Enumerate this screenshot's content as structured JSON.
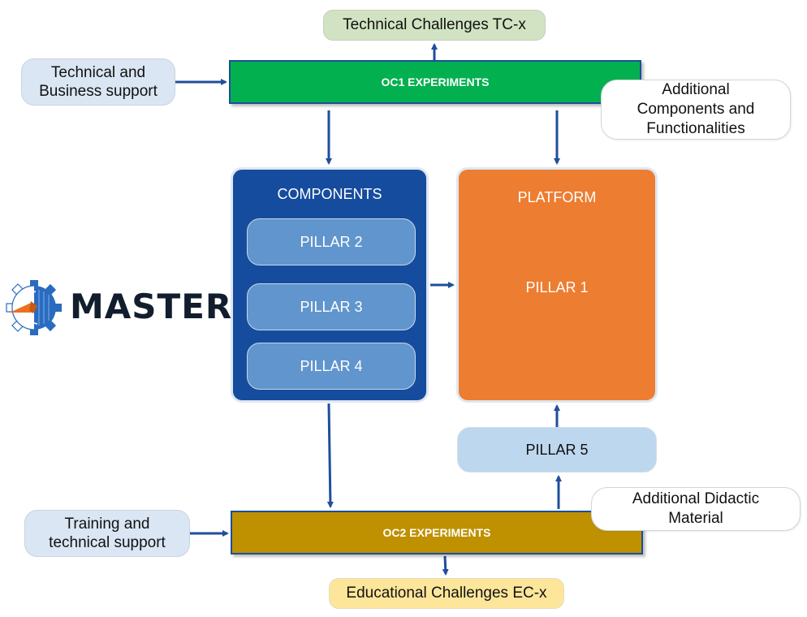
{
  "logo": {
    "text": "MASTER",
    "icon": "gear-with-head-icon"
  },
  "outputs": {
    "technical_challenges": "Technical Challenges TC-x",
    "educational_challenges": "Educational Challenges EC-x"
  },
  "experiments": {
    "oc1": "OC1 EXPERIMENTS",
    "oc2": "OC2 EXPERIMENTS"
  },
  "inputs": {
    "technical_business_support": [
      "Technical and",
      "Business support"
    ],
    "training_technical_support": [
      "Training and",
      "technical support"
    ],
    "additional_components": [
      "Additional",
      "Components and",
      "Functionalities"
    ],
    "additional_didactic": [
      "Additional Didactic",
      "Material"
    ]
  },
  "components": {
    "title": "COMPONENTS",
    "pillars": [
      "PILLAR 2",
      "PILLAR 3",
      "PILLAR 4"
    ]
  },
  "platform": {
    "title": "PLATFORM",
    "pillar": "PILLAR 1"
  },
  "pillar5": "PILLAR 5",
  "colors": {
    "arrow": "#1f4e9c",
    "oc1": "#03b050",
    "oc2": "#bf9000",
    "components": "#164c9e",
    "platform": "#ed7d31",
    "pillar5": "#bdd7ee"
  }
}
